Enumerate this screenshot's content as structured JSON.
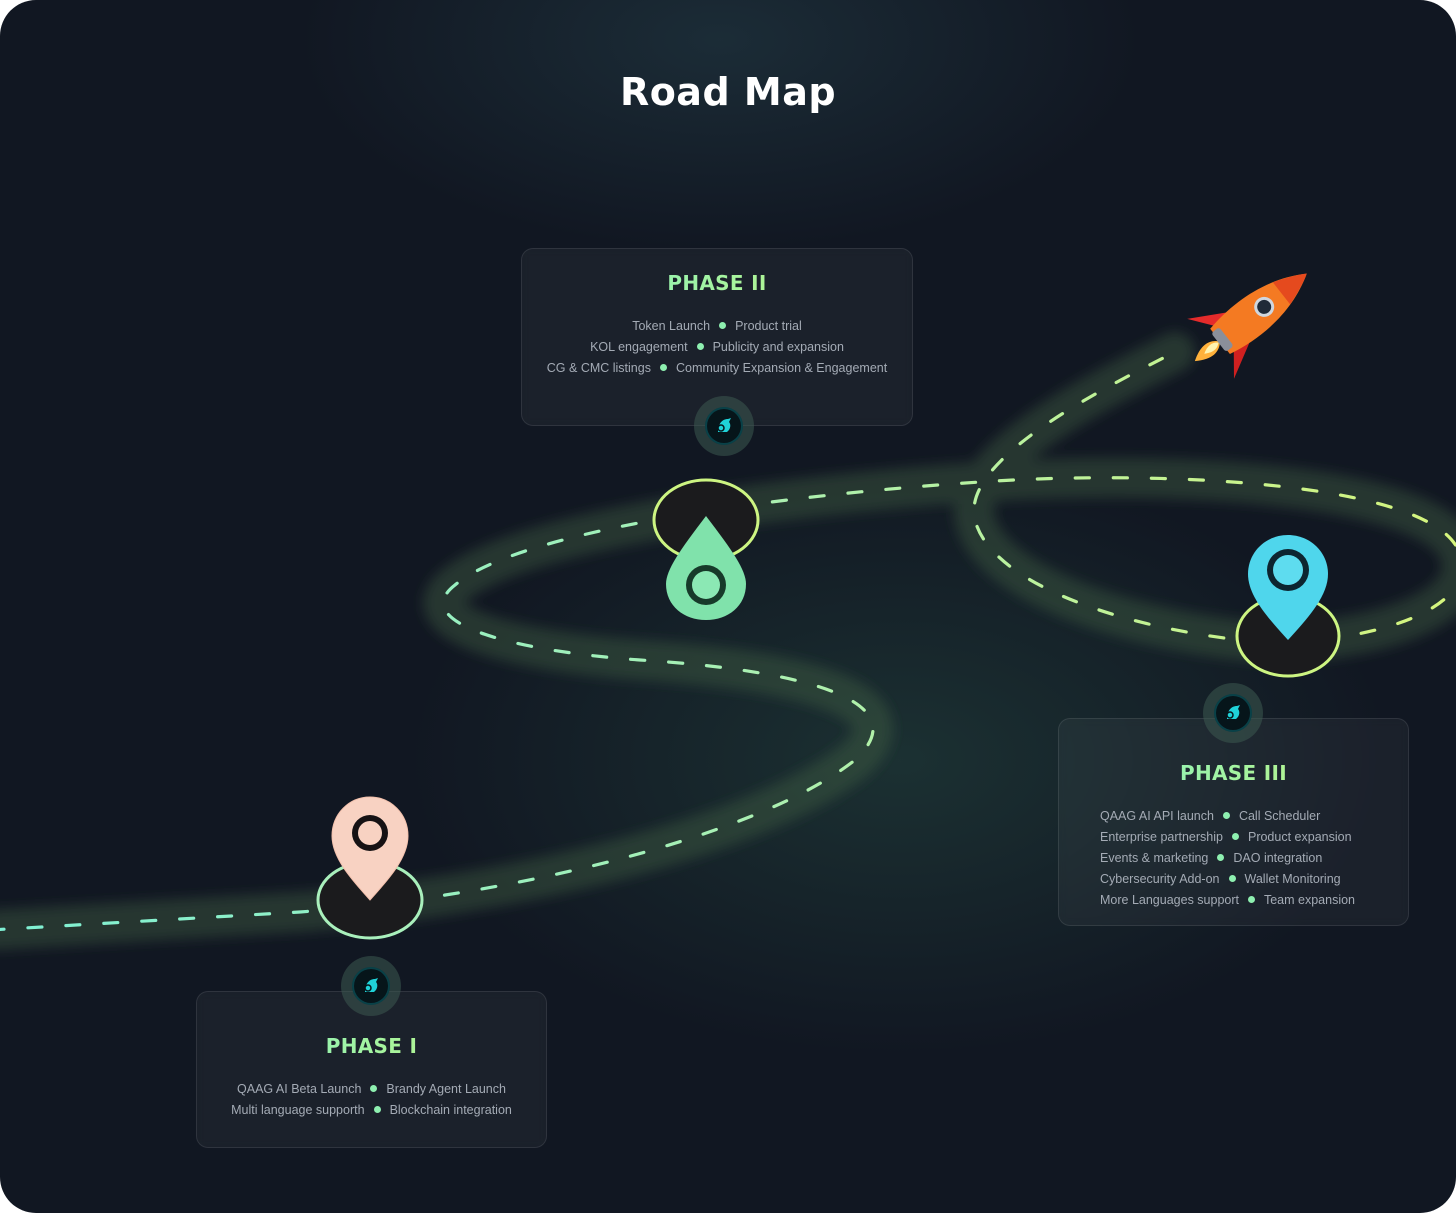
{
  "title": "Road Map",
  "phases": [
    {
      "name": "PHASE I",
      "rows": [
        [
          "QAAG AI Beta Launch",
          "Brandy Agent Launch"
        ],
        [
          "Multi language supporth",
          "Blockchain integration"
        ]
      ],
      "pin_color": "#f9d3c2"
    },
    {
      "name": "PHASE II",
      "rows": [
        [
          "Token Launch",
          "Product trial"
        ],
        [
          "KOL engagement",
          "Publicity and expansion"
        ],
        [
          "CG & CMC listings",
          "Community Expansion & Engagement"
        ]
      ],
      "pin_color": "#7fe0a8"
    },
    {
      "name": "PHASE III",
      "rows": [
        [
          "QAAG AI API launch",
          "Call Scheduler"
        ],
        [
          "Enterprise partnership",
          "Product expansion"
        ],
        [
          "Events & marketing",
          "DAO integration"
        ],
        [
          "Cybersecurity Add-on",
          "Wallet Monitoring"
        ],
        [
          "More Languages support",
          "Team expansion"
        ]
      ],
      "pin_color": "#4fd6ec"
    }
  ],
  "colors": {
    "background": "#111722",
    "route_dash_start": "#7ef0d4",
    "route_dash_end": "#d6f57c",
    "bullet": "#8ef0b0"
  },
  "icons": {
    "phase_badge": "qaag-logo-icon",
    "rocket": "rocket-icon",
    "pin": "map-pin-icon"
  }
}
